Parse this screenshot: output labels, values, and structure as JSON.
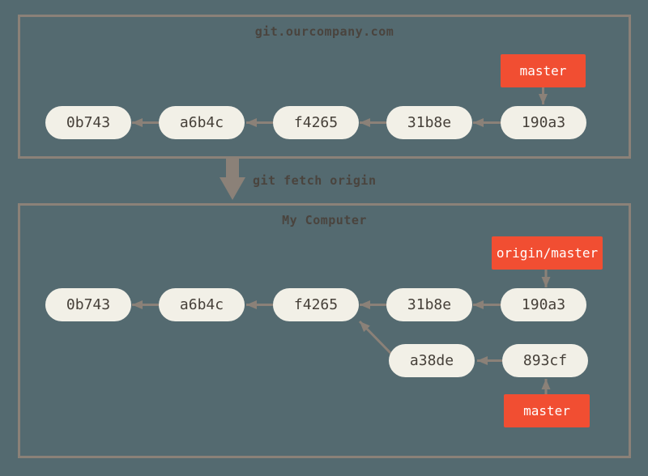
{
  "background_color": "#546A70",
  "colors": {
    "box_border": "#8B8178",
    "arrow": "#8B8178",
    "commit_fill": "#F2F0E7",
    "commit_text": "#464039",
    "ref_fill": "#F14E32",
    "ref_text": "#FFFFFF",
    "label_text": "#4A443E"
  },
  "remote_repo": {
    "title": "git.ourcompany.com",
    "branch_ref": "master",
    "commits": [
      "0b743",
      "a6b4c",
      "f4265",
      "31b8e",
      "190a3"
    ]
  },
  "fetch_command": "git fetch origin",
  "local_repo": {
    "title": "My Computer",
    "remote_tracking_ref": "origin/master",
    "branch_ref": "master",
    "mainline_commits": [
      "0b743",
      "a6b4c",
      "f4265",
      "31b8e",
      "190a3"
    ],
    "local_branch_commits": [
      "a38de",
      "893cf"
    ]
  }
}
